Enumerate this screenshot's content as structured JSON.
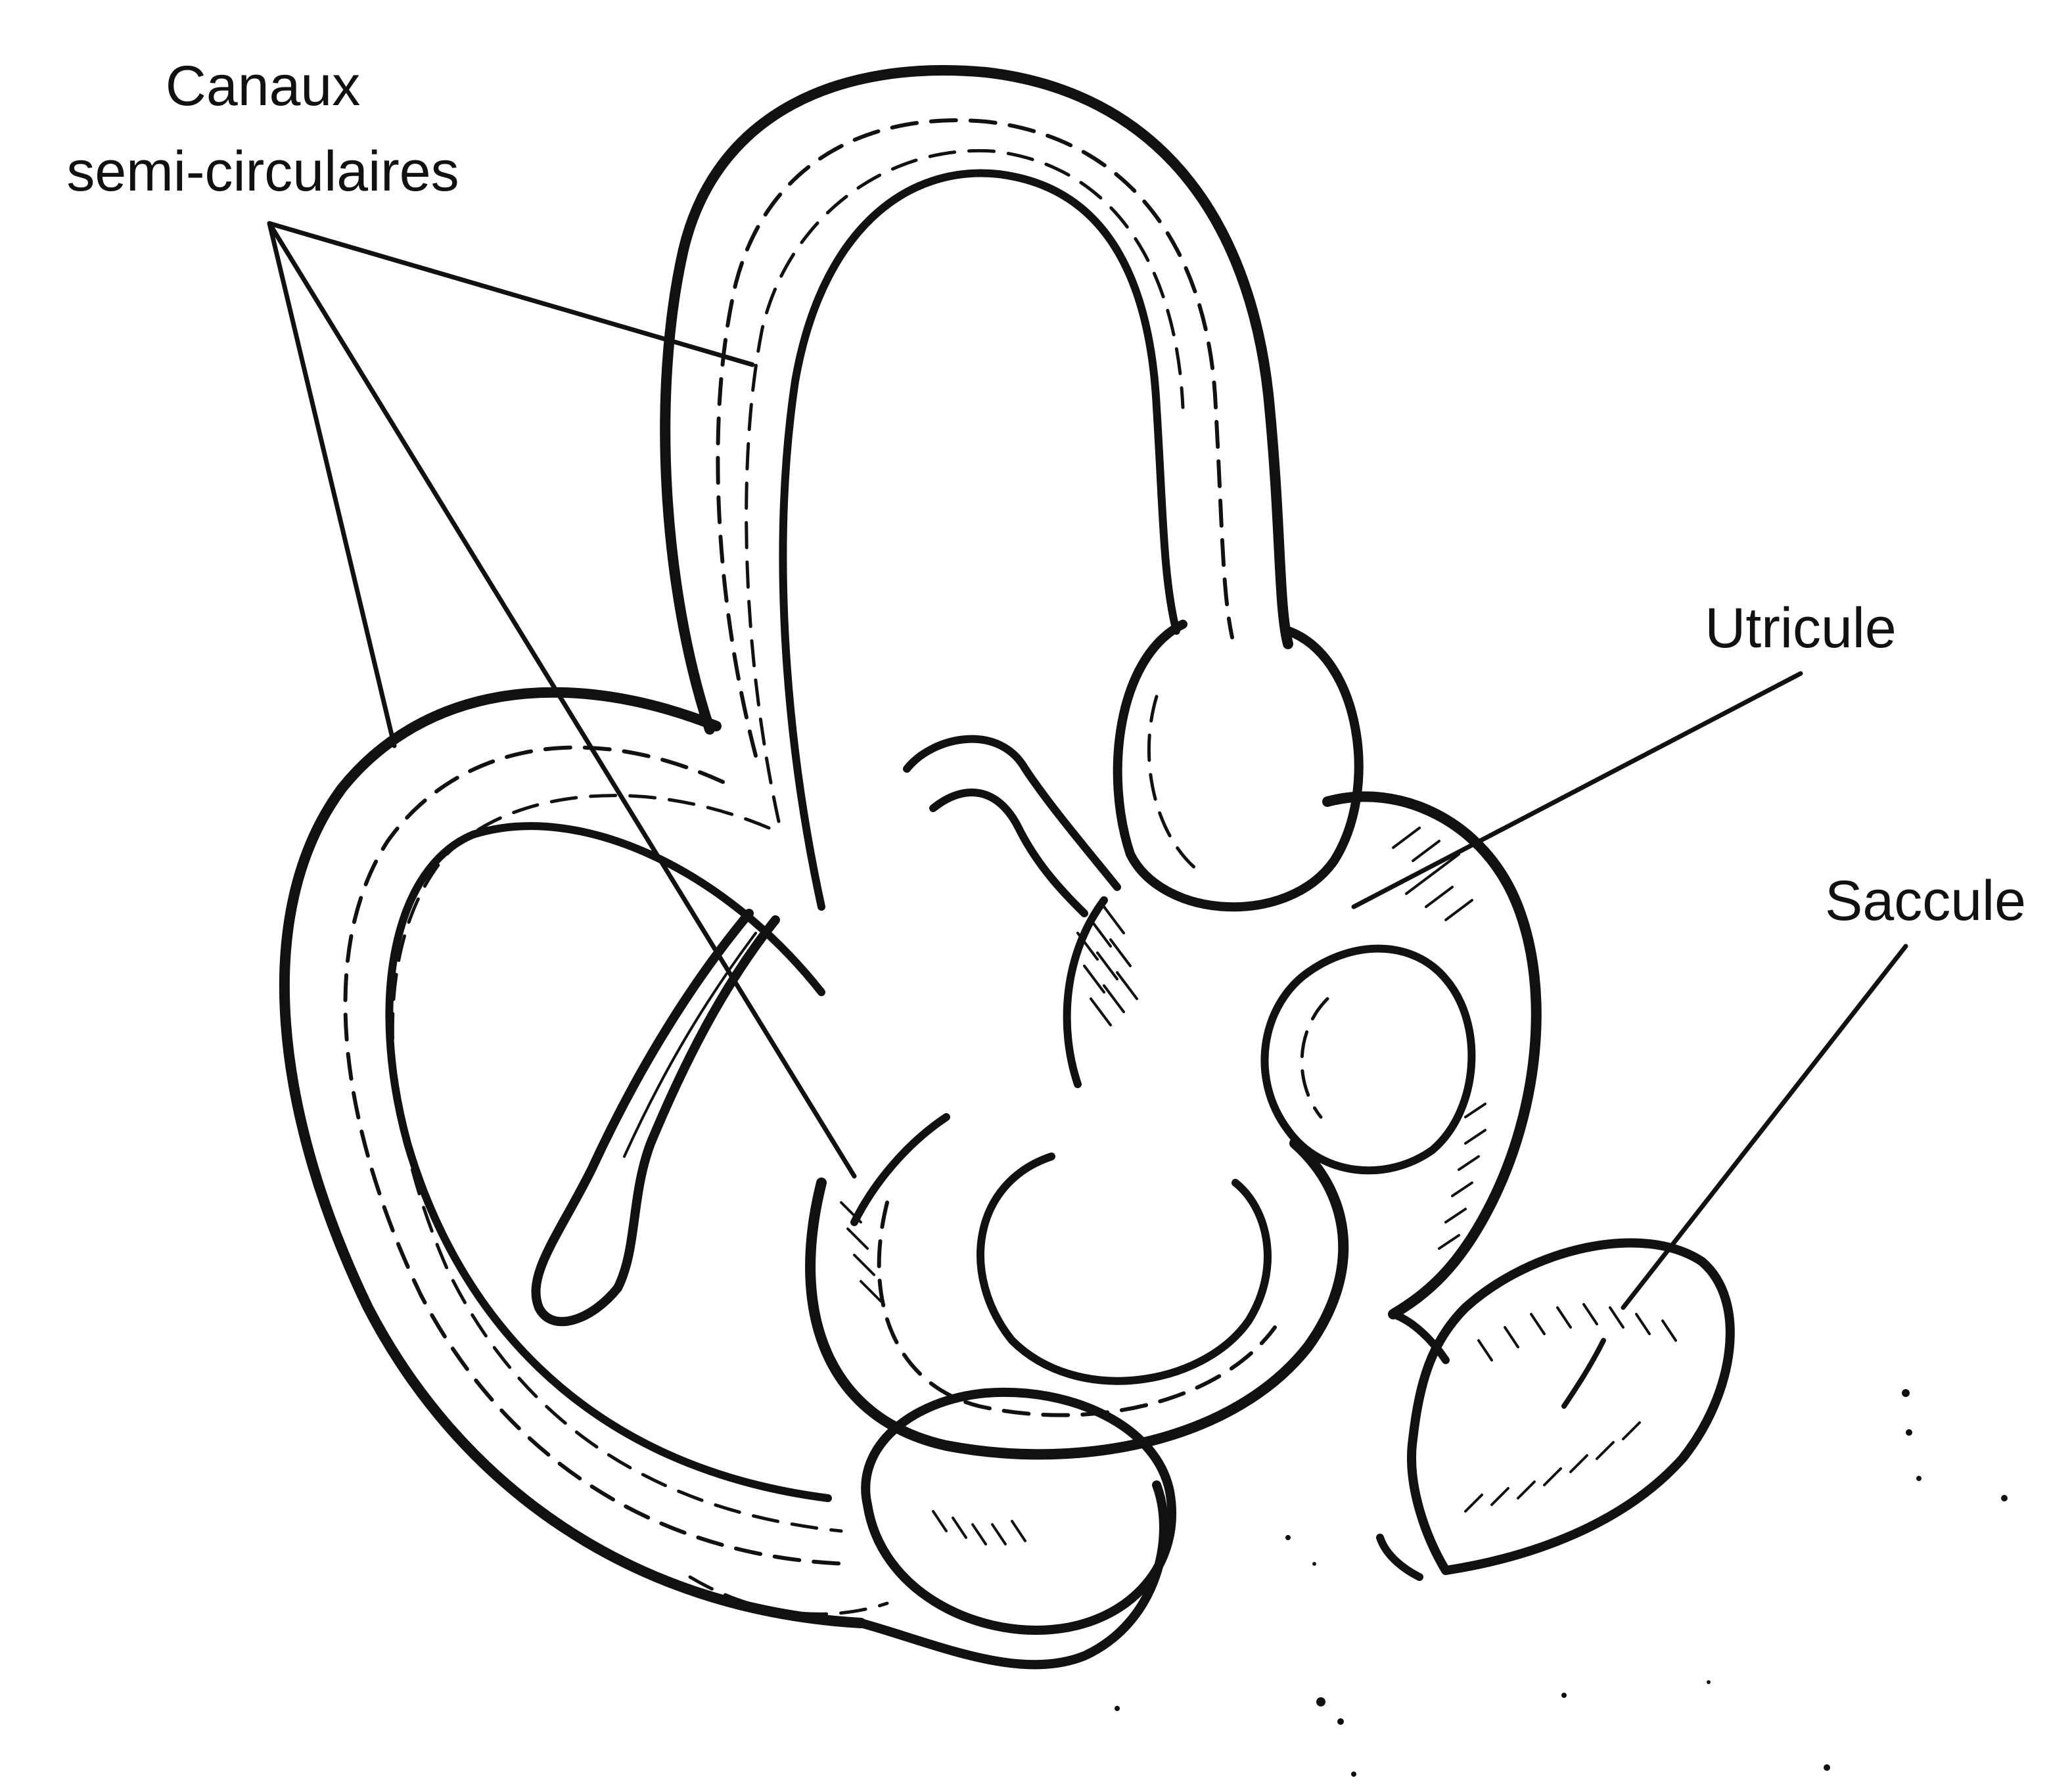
{
  "labels": {
    "canals_line1": "Canaux",
    "canals_line2": "semi-circulaires",
    "utricle": "Utricule",
    "saccule": "Saccule"
  },
  "colors": {
    "ink": "#111111",
    "paper": "#ffffff"
  }
}
